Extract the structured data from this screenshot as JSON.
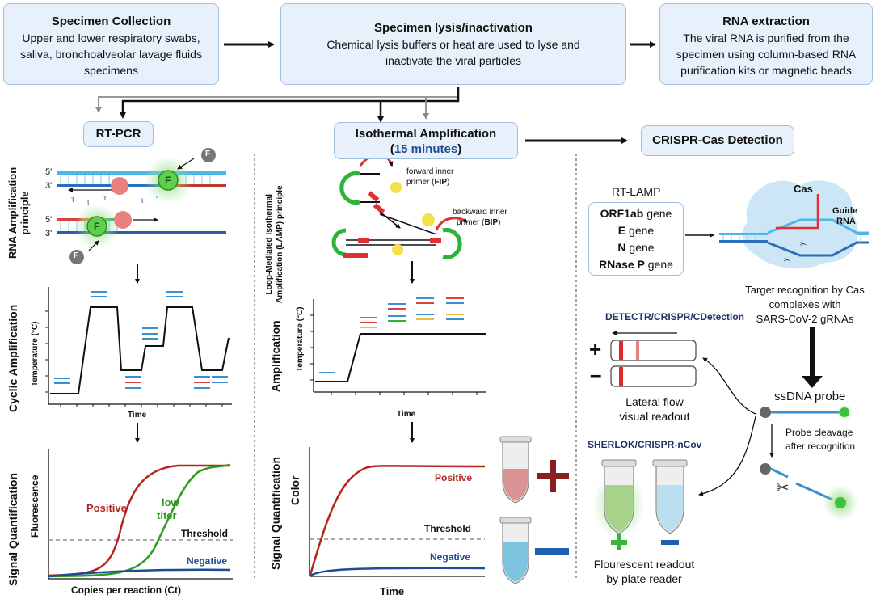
{
  "stage1": {
    "title": "Specimen Collection",
    "line1": "Upper and lower respiratory swabs,",
    "line2": "saliva, bronchoalveolar lavage fluids",
    "line3": "specimens"
  },
  "stage2": {
    "title": "Specimen lysis/inactivation",
    "line1": "Chemical lysis buffers or heat are used to lyse and",
    "line2": "inactivate the viral particles"
  },
  "stage3": {
    "title": "RNA extraction",
    "line1": "The viral RNA is purified from the",
    "line2": "specimen using column-based RNA",
    "line3": "purification kits or magnetic beads"
  },
  "methods": {
    "rtpcr": "RT-PCR",
    "iso_title": "Isothermal Amplification",
    "iso_open": "(",
    "iso_time": "15 minutes",
    "iso_close": ")",
    "crispr": "CRISPR-Cas Detection"
  },
  "rtpcr_panel": {
    "row1_label": "RNA Amplification principle",
    "row1_label_a": "RNA Amplification",
    "row1_label_b": "principle",
    "strand5_top": "5'",
    "strand3_top": "3'",
    "strand5_bot": "5'",
    "strand3_bot": "3'",
    "fluor": "F",
    "row2_label": "Cyclic Amplification",
    "temp_axis": "Temperature (°C)",
    "time_axis": "Time",
    "row3_label": "Signal Quantification",
    "fluor_axis": "Fluorescence",
    "positive": "Positive",
    "low1": "low",
    "low2": "titer",
    "threshold": "Threshold",
    "negative": "Negative",
    "x_axis": "Copies per reaction (Ct)"
  },
  "lamp_panel": {
    "row1_label_a": "Loop-Mediated Isothermal",
    "row1_label_b": "Amplification (LAMP) principle",
    "fip_line1": "forward inner",
    "fip_line2a": "primer (",
    "fip_bold": "FIP",
    "fip_line2c": ")",
    "bip_line1": "backward inner",
    "bip_line2a": "primer (",
    "bip_bold": "BIP",
    "bip_line2c": ")",
    "row2_label": "Amplification",
    "temp_axis": "Temperature (°C)",
    "time_axis": "Time",
    "row3_label": "Signal Quantification",
    "color_axis": "Color",
    "positive": "Positive",
    "threshold": "Threshold",
    "negative": "Negative",
    "x_axis": "Time"
  },
  "crispr_panel": {
    "rtlamp_title": "RT-LAMP",
    "gene1_bold": "ORF1ab",
    "gene1_rest": " gene",
    "gene2_bold": "E",
    "gene2_rest": " gene",
    "gene3_bold": "N",
    "gene3_rest": " gene",
    "gene4_bold": "RNase P",
    "gene4_rest": " gene",
    "cas": "Cas",
    "guide1": "Guide",
    "guide2": "RNA",
    "recog1": "Target recognition by Cas",
    "recog2": "complexes with",
    "recog3": "SARS-CoV-2 gRNAs",
    "detectr": "DETECTR/CRISPR/CDetection",
    "plus": "+",
    "minus": "–",
    "lateral1": "Lateral flow",
    "lateral2": "visual readout",
    "sherlock": "SHERLOK/CRISPR-nCov",
    "fluor1": "Flourescent readout",
    "fluor2": "by plate reader",
    "probe": "ssDNA probe",
    "cleave1": "Probe cleavage",
    "cleave2": "after recognition"
  },
  "colors": {
    "box_fill": "#e8f1fb",
    "box_border": "#9fbddc",
    "positive": "#b3261e",
    "lowtiter": "#2f9a22",
    "negative": "#1d4e94",
    "title_navy": "#1c3563"
  }
}
